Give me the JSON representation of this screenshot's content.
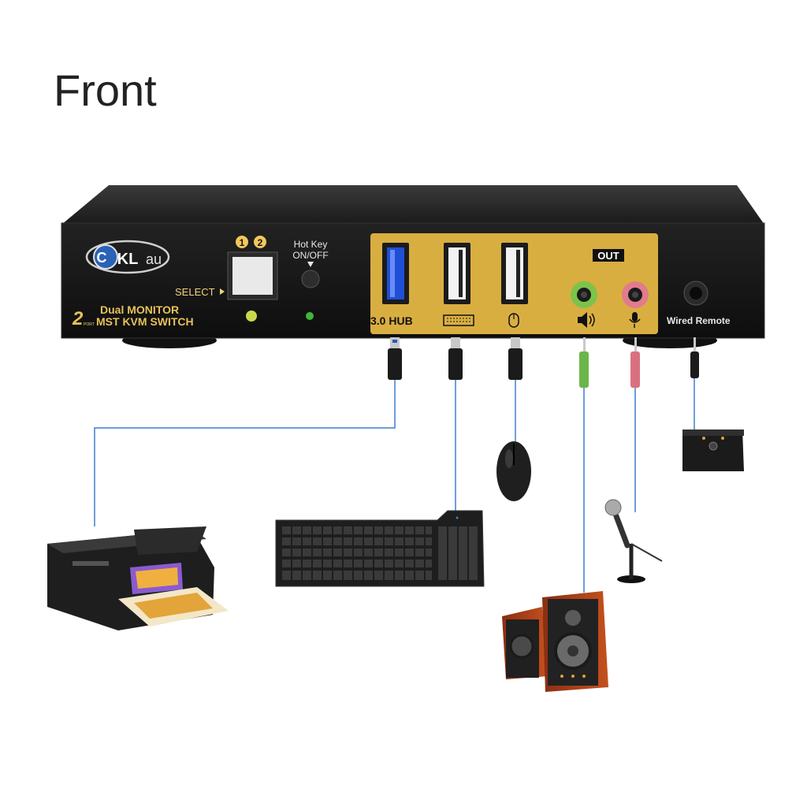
{
  "title": "Front",
  "brand": {
    "logo_text": "KL",
    "logo_suffix": "au"
  },
  "model": {
    "port_digit": "2",
    "port_word": "PORT",
    "line1": "Dual MONITOR",
    "line2": "MST KVM SWITCH"
  },
  "controls": {
    "channel_1": "1",
    "channel_2": "2",
    "select_label": "SELECT",
    "hotkey_line1": "Hot Key",
    "hotkey_line2": "ON/OFF"
  },
  "ports": {
    "out_label": "OUT",
    "hub_label": "3.0 HUB",
    "remote_label": "Wired Remote"
  },
  "colors": {
    "chassis": "#1b1b1b",
    "panel_gold": "#d9ae41",
    "usb3_blue": "#1f4fd6",
    "audio_green": "#7cc34a",
    "mic_pink": "#e27b8b",
    "cable_blue": "#3f7fd0"
  },
  "icons": [
    "keyboard-icon",
    "mouse-icon",
    "speaker-icon",
    "microphone-icon"
  ]
}
